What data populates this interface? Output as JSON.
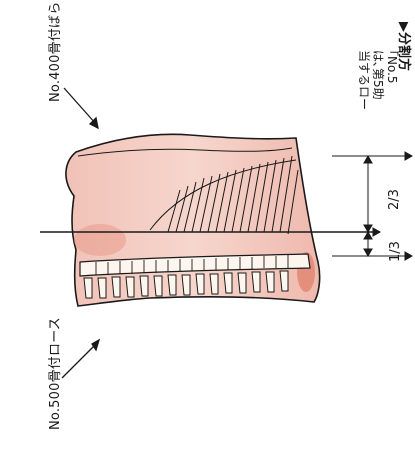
{
  "labels": {
    "top_cut": "No.400骨付ばら",
    "bottom_cut": "No.500骨付ロース"
  },
  "note": {
    "heading": "▶分割方",
    "line1": "「No.5",
    "line2": "は､第5助",
    "line3": "当するロー"
  },
  "dimensions": {
    "upper": "2/3",
    "lower": "1/3"
  },
  "colors": {
    "meat_fill": "#f3c9c0",
    "meat_shade": "#e79a8c",
    "meat_dark": "#c85a4a",
    "outline": "#1a1a1a",
    "bone": "#fdf6ef"
  }
}
